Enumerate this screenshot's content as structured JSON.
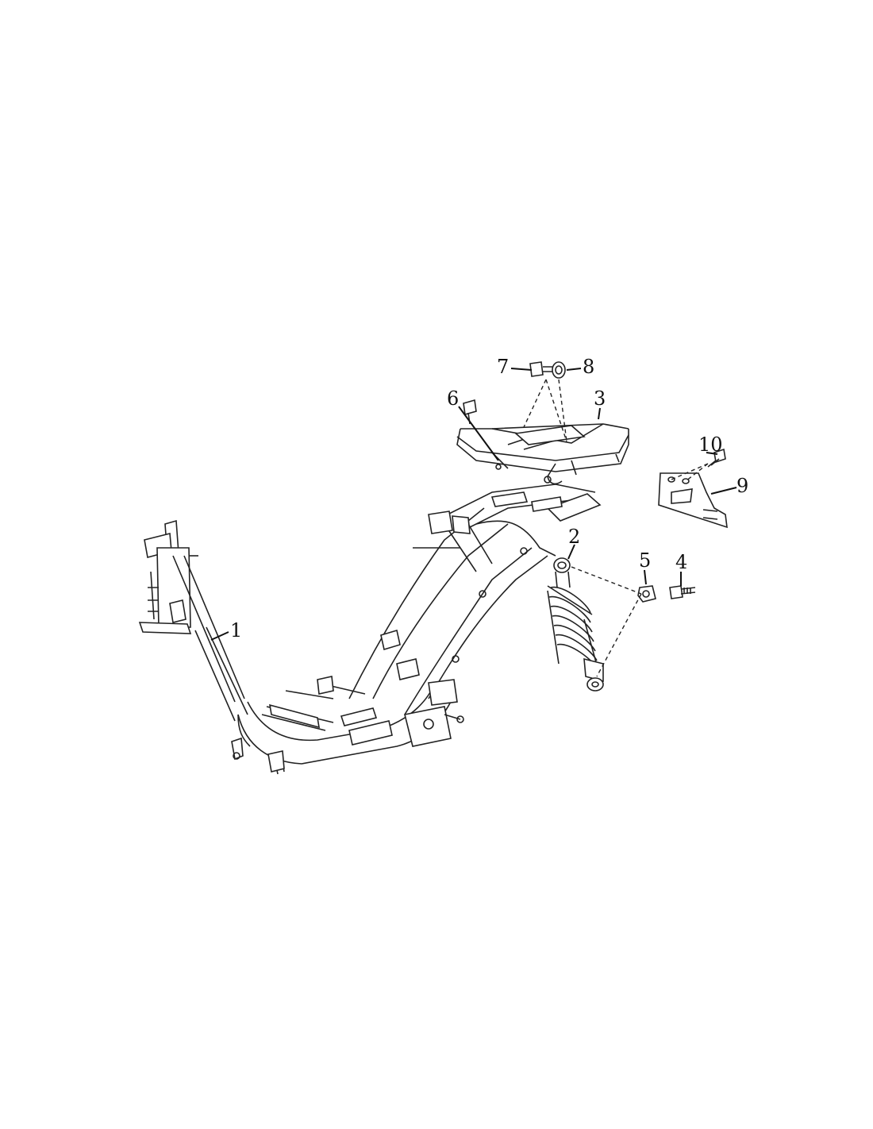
{
  "callouts": {
    "c1": "1",
    "c2": "2",
    "c3": "3",
    "c4": "4",
    "c5": "5",
    "c6": "6",
    "c7": "7",
    "c8": "8",
    "c9": "9",
    "c10": "10"
  },
  "parts": [
    {
      "ref": "1",
      "icon": "frame-body-icon"
    },
    {
      "ref": "2",
      "icon": "rear-shock-absorber-icon"
    },
    {
      "ref": "3",
      "icon": "rear-carrier-rack-icon"
    },
    {
      "ref": "4",
      "icon": "bolt-icon"
    },
    {
      "ref": "5",
      "icon": "flange-nut-icon"
    },
    {
      "ref": "6",
      "icon": "bolt-icon"
    },
    {
      "ref": "7",
      "icon": "bolt-icon"
    },
    {
      "ref": "8",
      "icon": "washer-icon"
    },
    {
      "ref": "9",
      "icon": "bracket-plate-icon"
    },
    {
      "ref": "10",
      "icon": "bolt-icon"
    }
  ],
  "colors": {
    "line": "#111111",
    "background": "#ffffff"
  }
}
